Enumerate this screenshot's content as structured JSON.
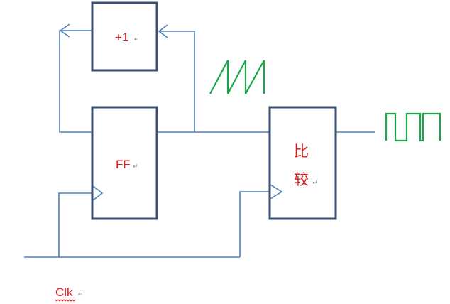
{
  "blocks": {
    "increment": {
      "label": "+1"
    },
    "flipflop": {
      "label": "FF"
    },
    "comparator": {
      "label_line1": "比",
      "label_line2": "较"
    }
  },
  "clock": {
    "label": "Clk"
  },
  "colors": {
    "box_border": "#3b5072",
    "wire": "#4e80bd",
    "waveform": "#1aa64b",
    "label_text": "#e01b1b"
  },
  "icons": {
    "sawtooth": "sawtooth-waveform-icon",
    "square_wave": "square-waveform-icon",
    "paragraph_mark": "paragraph-mark-icon"
  }
}
